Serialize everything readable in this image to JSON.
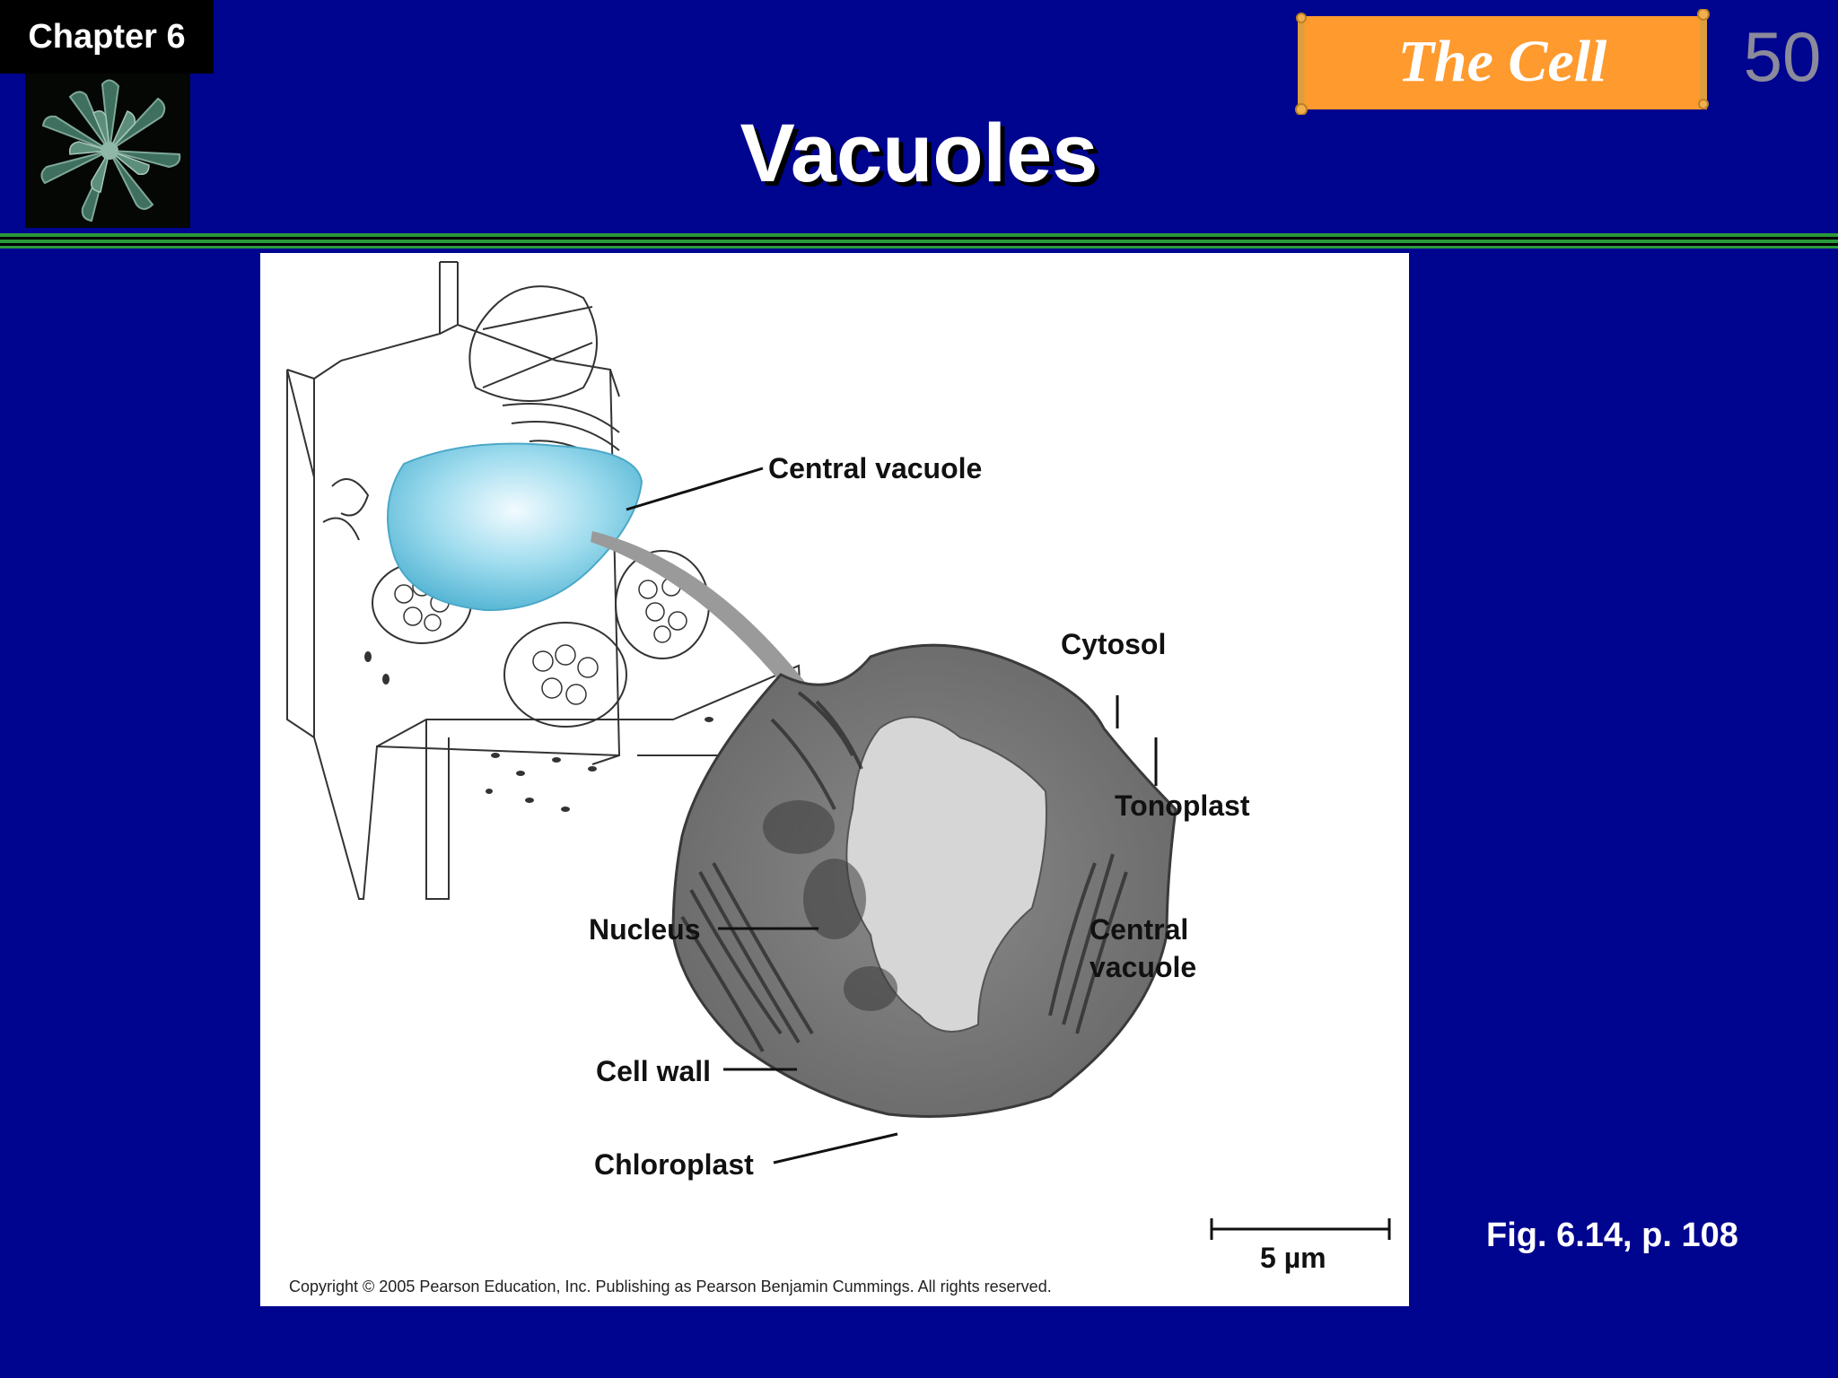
{
  "header": {
    "chapter_label": "Chapter 6",
    "banner_text": "The Cell",
    "slide_number": "50",
    "title": "Vacuoles"
  },
  "figure": {
    "labels": {
      "central_vacuole_drawing": "Central vacuole",
      "cytosol": "Cytosol",
      "tonoplast": "Tonoplast",
      "nucleus": "Nucleus",
      "central_vacuole_micrograph_line1": "Central",
      "central_vacuole_micrograph_line2": "vacuole",
      "cell_wall": "Cell wall",
      "chloroplast": "Chloroplast"
    },
    "scale_bar": "5 µm",
    "copyright": "Copyright © 2005 Pearson Education, Inc. Publishing as Pearson Benjamin Cummings. All rights reserved."
  },
  "footer": {
    "figure_reference": "Fig. 6.14, p. 108"
  },
  "colors": {
    "background": "#00058f",
    "banner": "#ff9a2e",
    "divider_green": "#2a9a3a",
    "vacuole": "#7fd0e8",
    "slide_number": "#8a8a9c"
  }
}
